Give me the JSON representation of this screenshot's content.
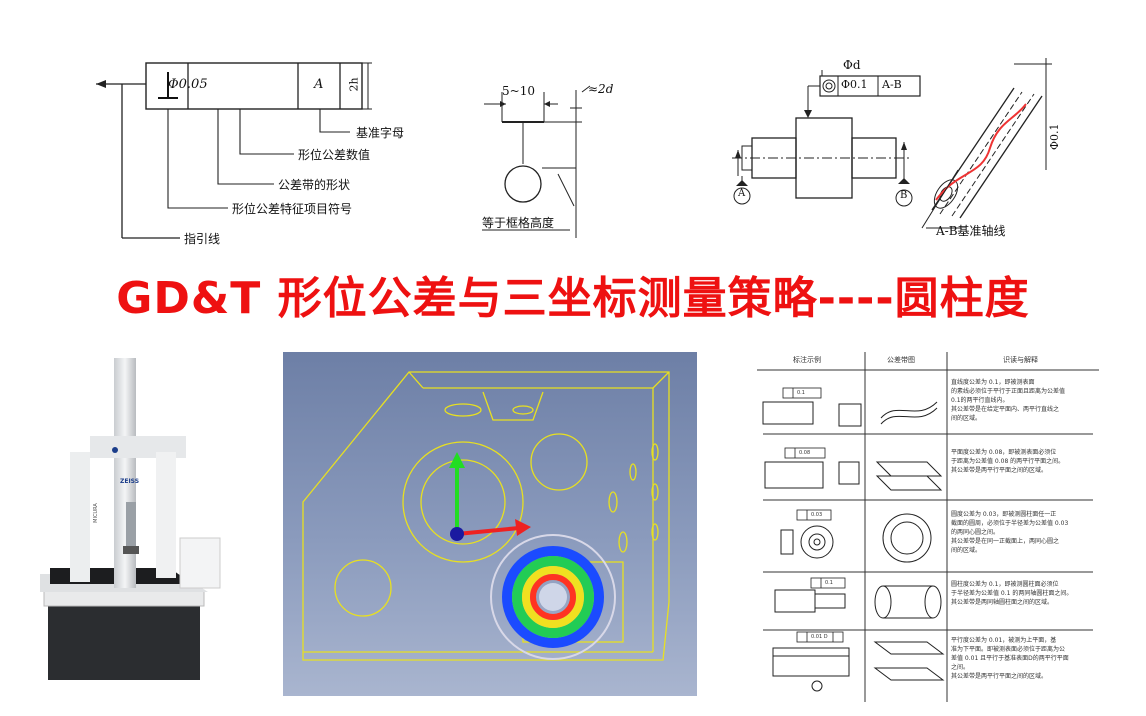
{
  "title": "GD&T 形位公差与三坐标测量策略----圆柱度",
  "frame_diagram": {
    "symbol": "⊥",
    "tolerance": "Φ0.05",
    "datum": "A",
    "height_label": "2h",
    "labels": [
      "基准字母",
      "形位公差数值",
      "公差带的形状",
      "形位公差特征项目符号",
      "指引线"
    ]
  },
  "frame_height_diagram": {
    "width_label": "5~10",
    "gap_label": "≈2d",
    "caption": "等于框格高度"
  },
  "coaxial_diagram": {
    "dim_label": "Φd",
    "frame_symbol": "◎",
    "frame_tol": "Φ0.1",
    "frame_datum": "A-B",
    "datum_a": "A",
    "datum_b": "B",
    "axis_caption": "A-B基准轴线",
    "zone_label": "Φ0.1"
  },
  "cmm_machine": {
    "brand": "ZEISS",
    "model": "MICURA"
  },
  "tolerance_table": {
    "headers": [
      "标注示例",
      "公差带图",
      "识读与解释"
    ],
    "rows": [
      {
        "frame": "0.1",
        "text": [
          "直线度公差为 0.1，即被测表面",
          "的素线必须位于平行于正面且距离为公差值",
          "0.1的两平行直线内。",
          "其公差带是在给定平面内、两平行直线之",
          "间的区域。"
        ]
      },
      {
        "frame": "0.08",
        "text": [
          "平面度公差为 0.08，即被测表面必须位",
          "于距离为公差值 0.08 的两平行平面之间。",
          "其公差带是两平行平面之间的区域。"
        ]
      },
      {
        "frame": "0.03",
        "text": [
          "圆度公差为 0.03，即被测圆柱面任一正",
          "截面的圆周，必须位于半径差为公差值 0.03",
          "的两同心圆之间。",
          "其公差带是在同一正截面上，两同心圆之",
          "间的区域。"
        ]
      },
      {
        "frame": "0.1",
        "text": [
          "圆柱度公差为 0.1，即被测圆柱面必须位",
          "于半径差为公差值 0.1 的两同轴圆柱面之间。",
          "其公差带是两同轴圆柱面之间的区域。"
        ]
      },
      {
        "frame": "0.01 D",
        "text": [
          "平行度公差为 0.01，被测为上平面，基",
          "准为下平面。即被测表面必须位于距离为公",
          "差值 0.01 且平行于基准表面D的两平行平面",
          "之间。",
          "其公差带是两平行平面之间的区域。"
        ]
      }
    ]
  }
}
